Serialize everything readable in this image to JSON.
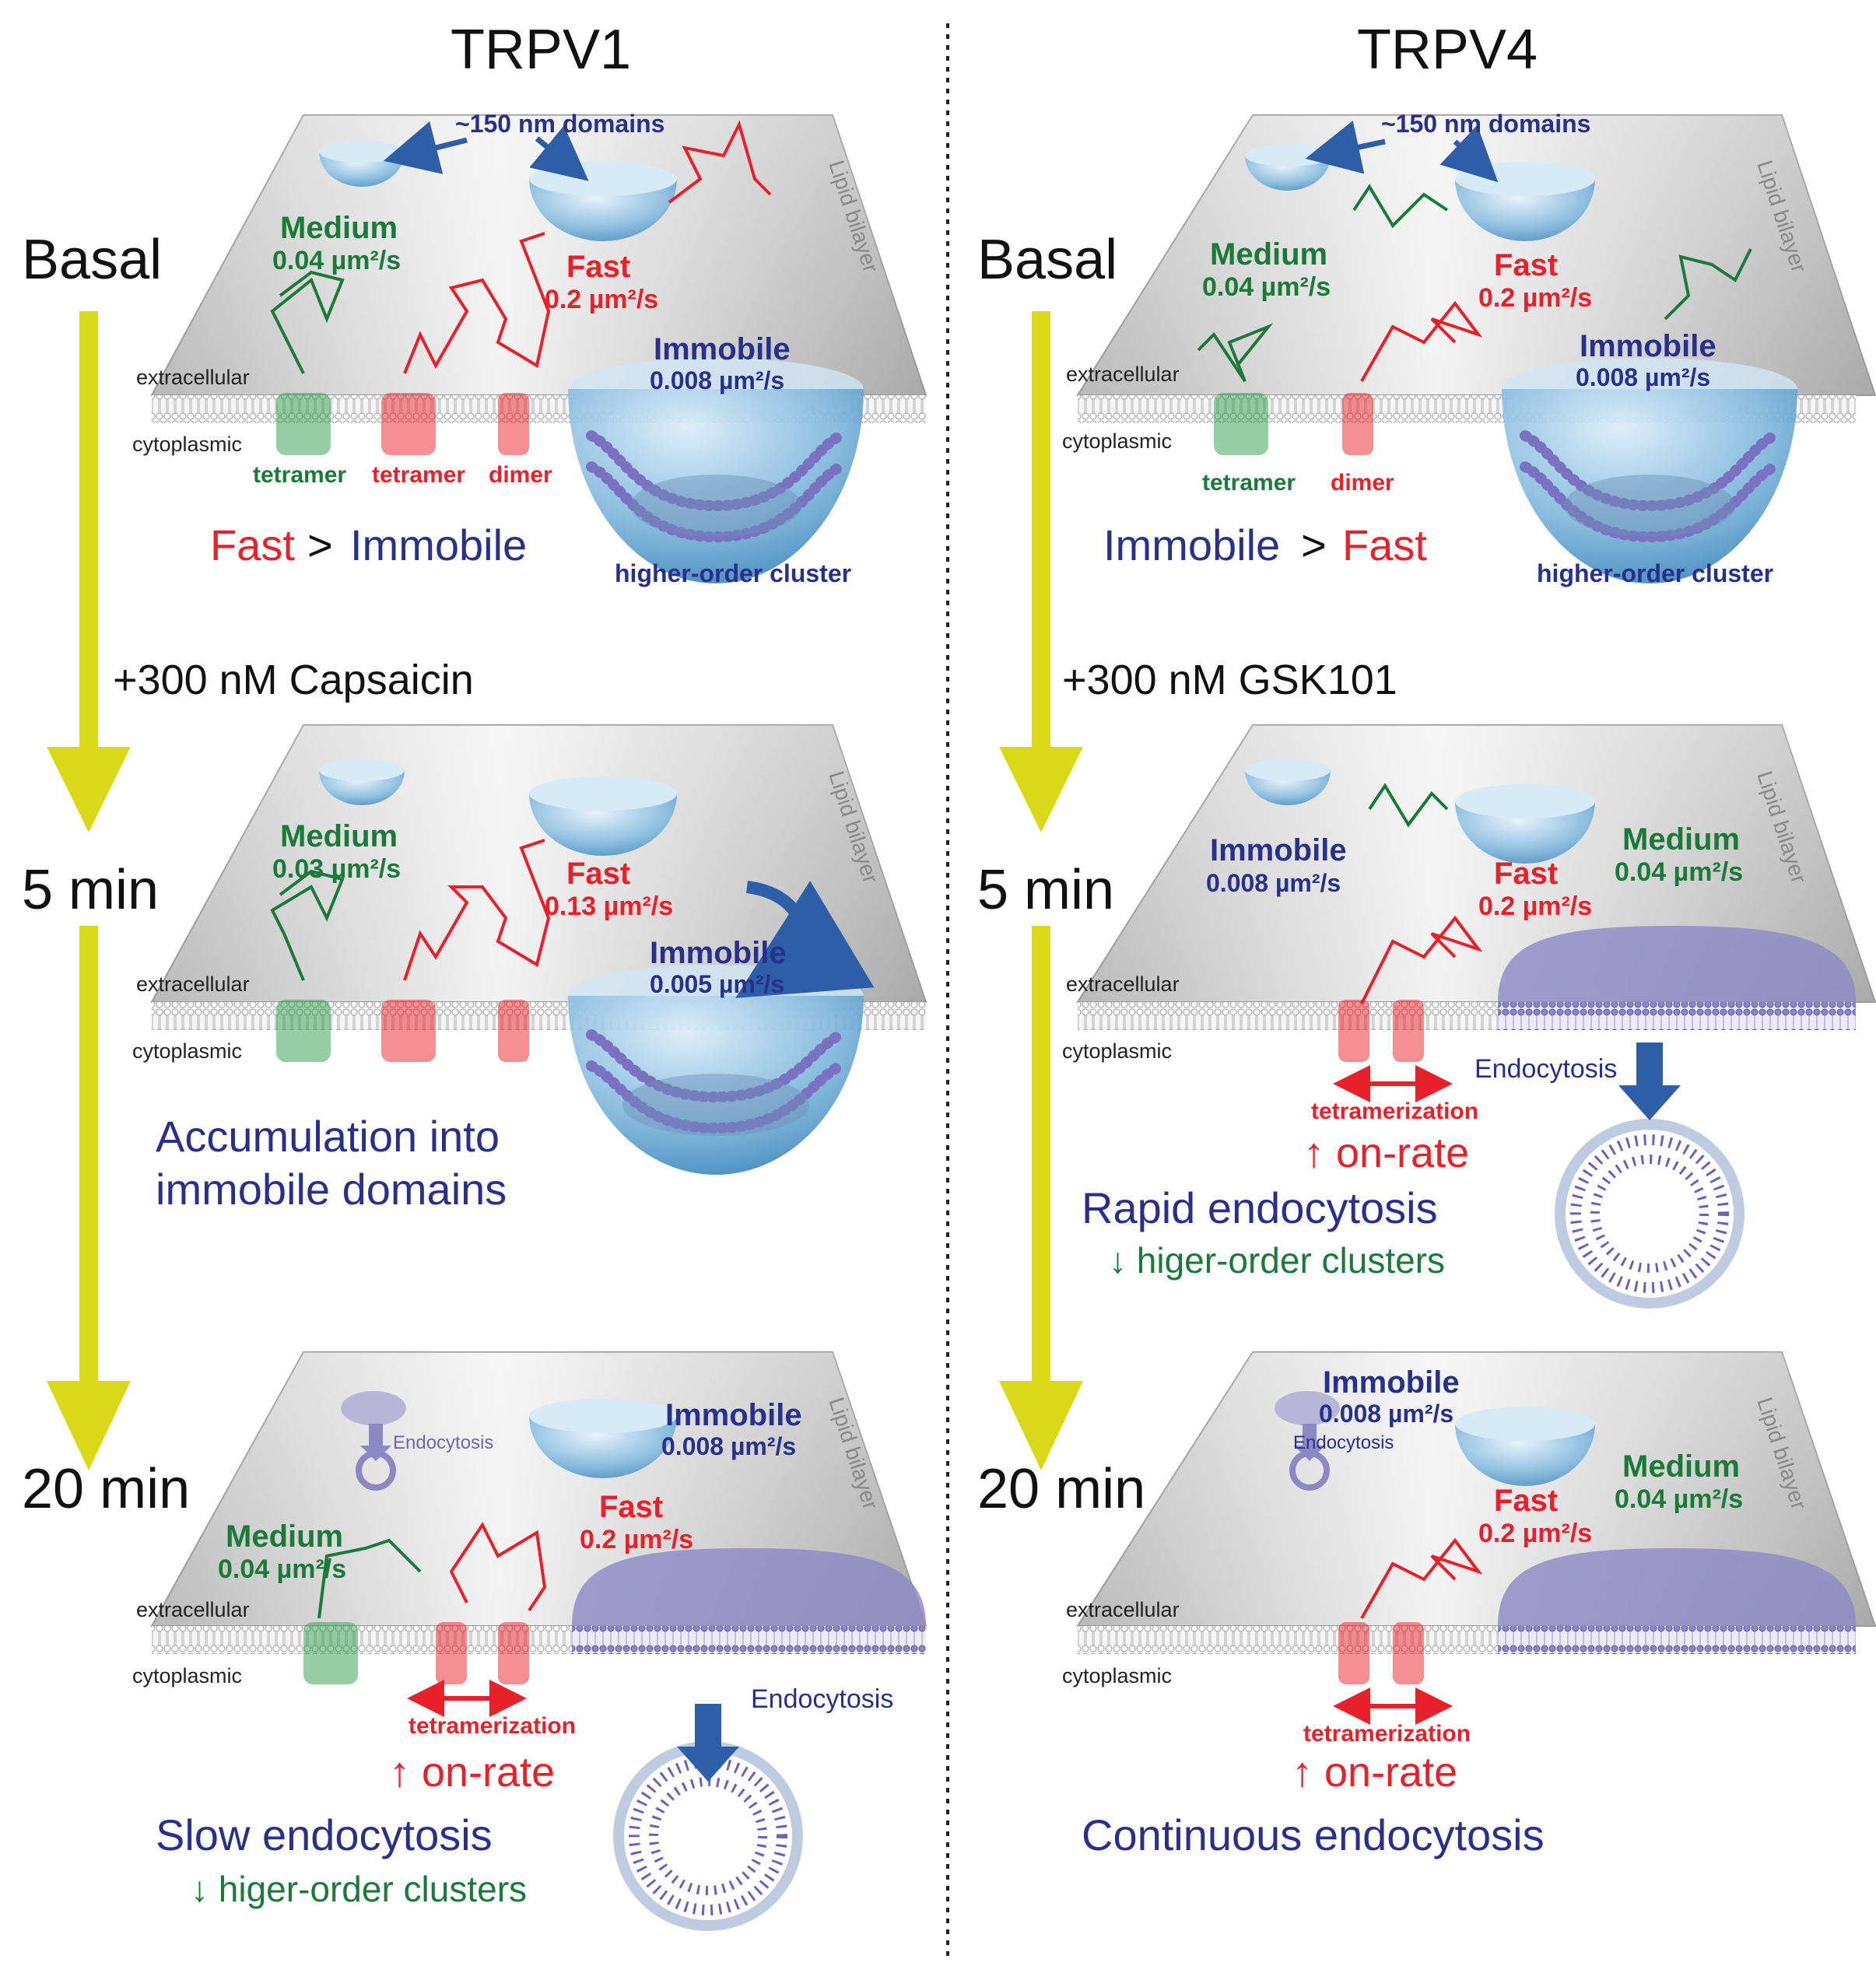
{
  "titles": {
    "left": "TRPV1",
    "right": "TRPV4"
  },
  "timepoints": {
    "basal": "Basal",
    "t5": "5 min",
    "t20": "20 min"
  },
  "treatments": {
    "left": "+300 nM Capsaicin",
    "right": "+300 nM GSK101"
  },
  "common": {
    "domains": "~150 nm domains",
    "lipid_bilayer": "Lipid bilayer",
    "extracellular": "extracellular",
    "cytoplasmic": "cytoplasmic",
    "tetramer": "tetramer",
    "dimer": "dimer",
    "higher_order_cluster": "higher-order cluster",
    "endocytosis": "Endocytosis",
    "tetramerization": "tetramerization",
    "on_rate": "↑ on-rate",
    "medium": "Medium",
    "fast": "Fast",
    "immobile": "Immobile",
    "gt": ">"
  },
  "left": {
    "basal": {
      "medium_rate": "0.04 µm²/s",
      "fast_rate": "0.2 µm²/s",
      "immobile_rate": "0.008 µm²/s",
      "summary_a": "Fast",
      "summary_b": "Immobile"
    },
    "t5": {
      "medium_rate": "0.03 µm²/s",
      "fast_rate": "0.13 µm²/s",
      "immobile_rate": "0.005 µm²/s",
      "summary_line1": "Accumulation into",
      "summary_line2": "immobile domains"
    },
    "t20": {
      "medium_rate": "0.04 µm²/s",
      "fast_rate": "0.2 µm²/s",
      "immobile_rate": "0.008 µm²/s",
      "summary": "Slow endocytosis",
      "sub": "↓ higer-order clusters"
    }
  },
  "right": {
    "basal": {
      "medium_rate": "0.04 µm²/s",
      "fast_rate": "0.2 µm²/s",
      "immobile_rate": "0.008 µm²/s",
      "summary_a": "Immobile",
      "summary_b": "Fast"
    },
    "t5": {
      "medium_rate": "0.04 µm²/s",
      "fast_rate": "0.2 µm²/s",
      "immobile_rate": "0.008 µm²/s",
      "summary": "Rapid endocytosis",
      "sub": "↓ higer-order clusters"
    },
    "t20": {
      "medium_rate": "0.04 µm²/s",
      "fast_rate": "0.2 µm²/s",
      "immobile_rate": "0.008 µm²/s",
      "summary": "Continuous endocytosis"
    }
  },
  "colors": {
    "medium": "#1b7a3a",
    "fast": "#e8202a",
    "immobile": "#27318c",
    "arrow": "#d9d91a"
  }
}
